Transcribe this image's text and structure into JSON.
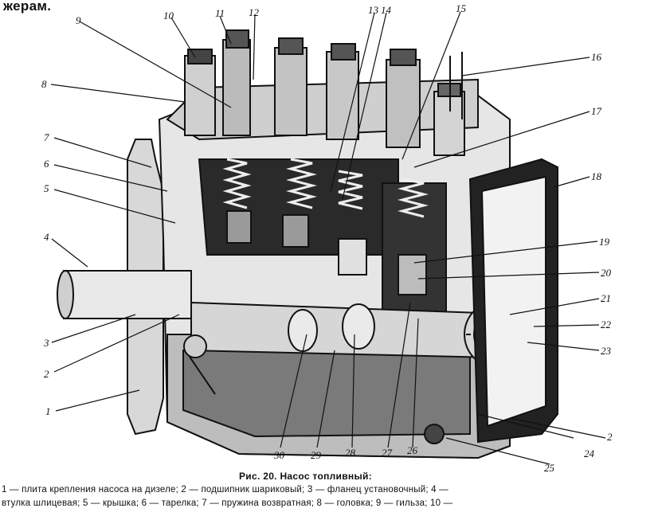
{
  "fragment_text": "жерам.",
  "caption": "Рис. 20. Насос топливный:",
  "legend_lines": [
    "1 — плита крепления насоса на дизеле; 2 — подшипник шариковый; 3 — фланец установочный; 4 —",
    "втулка шлицевая; 5 — крышка; 6 — тарелка; 7 — пружина возвратная; 8 — головка; 9 — гильза; 10 —"
  ],
  "callouts": [
    "1",
    "2",
    "3",
    "4",
    "5",
    "6",
    "7",
    "8",
    "9",
    "10",
    "11",
    "12",
    "13",
    "14",
    "15",
    "16",
    "17",
    "18",
    "19",
    "20",
    "21",
    "22",
    "23",
    "24",
    "2",
    "25",
    "26",
    "27",
    "28",
    "29",
    "30"
  ]
}
